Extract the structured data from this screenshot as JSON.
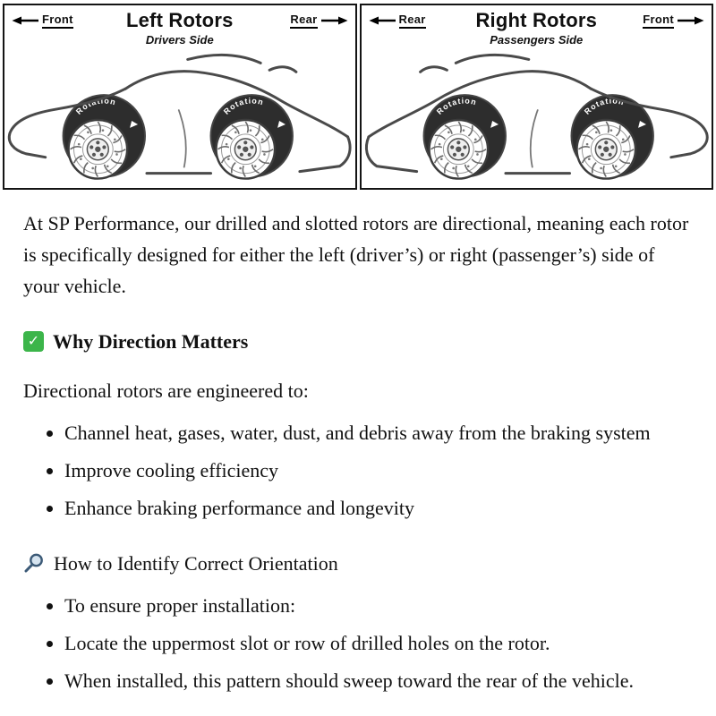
{
  "diagram": {
    "rotation_label": "Rotation",
    "left_panel": {
      "corner_left": "Front",
      "title": "Left Rotors",
      "subtitle": "Drivers Side",
      "corner_right": "Rear"
    },
    "right_panel": {
      "corner_left": "Rear",
      "title": "Right Rotors",
      "subtitle": "Passengers Side",
      "corner_right": "Front"
    }
  },
  "content": {
    "intro": "At SP Performance, our drilled and slotted rotors are directional, meaning each rotor is specifically designed for either the left (driver’s) or right (passenger’s) side of your vehicle.",
    "why": {
      "icon": "green-check-icon",
      "check_glyph": "✓",
      "heading": "Why Direction Matters",
      "lead": "Directional rotors are engineered to:",
      "bullets": [
        "Channel heat, gases, water, dust, and debris away from the braking system",
        "Improve cooling efficiency",
        "Enhance braking performance and longevity"
      ]
    },
    "how": {
      "icon": "magnifying-glass-icon",
      "heading": "How to Identify Correct Orientation",
      "bullets": [
        "To ensure proper installation:",
        "Locate the uppermost slot or row of drilled holes on the rotor.",
        "When installed, this pattern should sweep toward the rear of the vehicle."
      ]
    }
  },
  "colors": {
    "check_green": "#3cb54a",
    "sketch_gray": "#4a4a4a",
    "tire_dark": "#2d2d2d"
  }
}
